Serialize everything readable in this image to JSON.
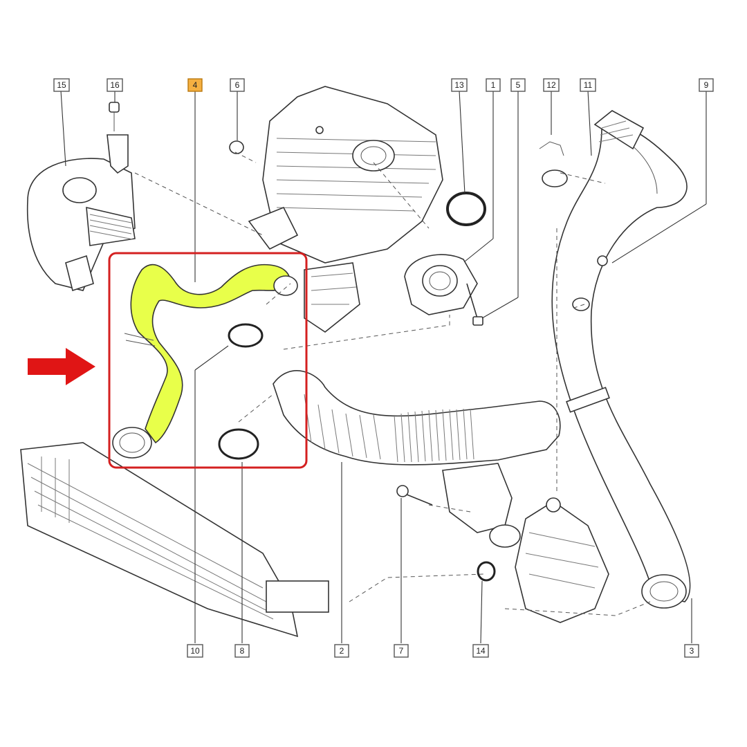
{
  "colors": {
    "highlight_hose": "#e8ff4a",
    "selection_frame": "#d42020",
    "pointer_arrow": "#e01515",
    "highlight_callout": "#f5b041"
  },
  "callouts": {
    "c15": "15",
    "c16": "16",
    "c4": "4",
    "c6": "6",
    "c13": "13",
    "c1": "1",
    "c5": "5",
    "c12": "12",
    "c11": "11",
    "c9": "9",
    "c10": "10",
    "c8": "8",
    "c2": "2",
    "c7": "7",
    "c14": "14",
    "c3": "3"
  },
  "highlighted_part": "4",
  "icons": {
    "pointer": "red-arrow-icon"
  }
}
